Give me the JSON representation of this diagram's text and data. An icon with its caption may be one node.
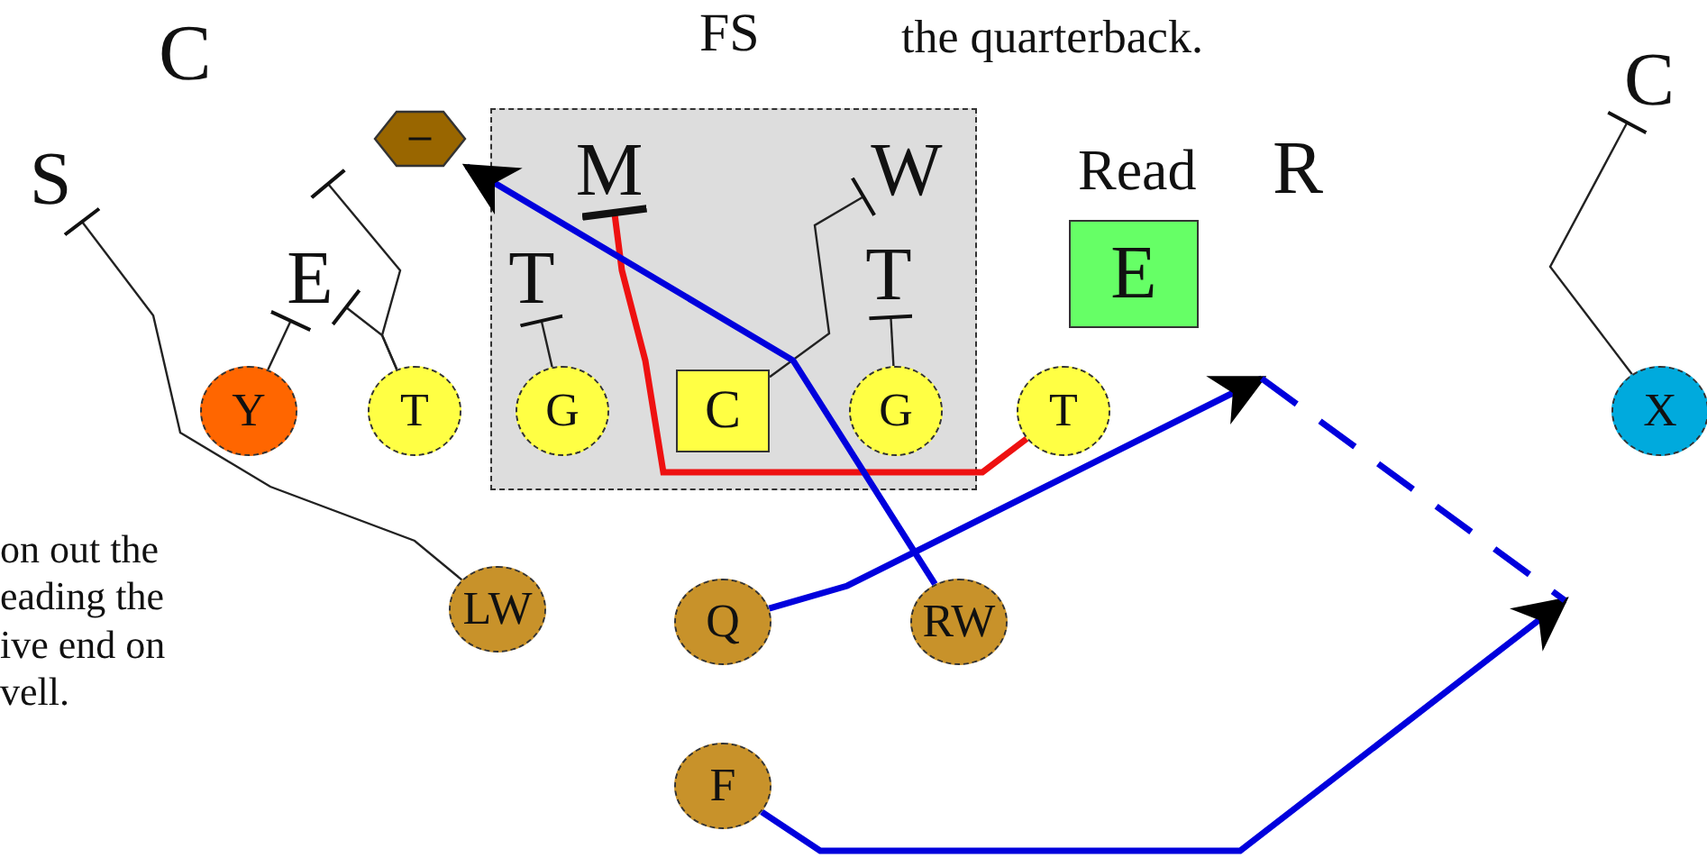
{
  "diagram": {
    "nodes": [
      {
        "text": [
          "Y"
        ]
      },
      {
        "text": [
          "T"
        ]
      },
      {
        "text": [
          "G"
        ]
      },
      {
        "text": [
          "C"
        ]
      },
      {
        "text": [
          "G"
        ]
      },
      {
        "text": [
          "T"
        ]
      },
      {
        "text": [
          "X"
        ]
      },
      {
        "text": [
          "LW"
        ]
      },
      {
        "text": [
          "Q"
        ]
      },
      {
        "text": [
          "RW"
        ]
      },
      {
        "text": [
          "F"
        ]
      },
      {
        "text": [],
        "shape": "hexagon"
      },
      {
        "text": [
          "E"
        ]
      },
      {
        "text": [
          "S"
        ]
      },
      {
        "text": [
          "E"
        ]
      },
      {
        "text": [
          "T"
        ]
      },
      {
        "text": [
          "M"
        ]
      },
      {
        "text": [
          "W"
        ]
      },
      {
        "text": [
          "T"
        ]
      },
      {
        "text": [
          "C"
        ]
      }
    ],
    "edges": [
      {
        "from": 7,
        "to": 13,
        "arrow": "other"
      },
      {
        "from": 0,
        "to": 14,
        "arrow": "other"
      },
      {
        "from": 1,
        "to": 14,
        "arrow": "other"
      },
      {
        "from": 1,
        "to": null,
        "arrow": "other"
      },
      {
        "from": 2,
        "to": 15,
        "arrow": "other"
      },
      {
        "from": 3,
        "to": 17,
        "arrow": "other"
      },
      {
        "from": 4,
        "to": 18,
        "arrow": "other"
      },
      {
        "from": 5,
        "to": 16,
        "arrow": "other",
        "style": "thick",
        "color": "#ee1111"
      },
      {
        "from": 9,
        "to": 11,
        "arrow": "to",
        "style": "thick",
        "color": "#0000dd"
      },
      {
        "from": 8,
        "to": null,
        "arrow": "to",
        "style": "thick",
        "color": "#0000dd"
      },
      {
        "from": 10,
        "to": null,
        "arrow": "to",
        "style": "thick",
        "color": "#0000dd"
      },
      {
        "from": 6,
        "to": 19,
        "arrow": "other"
      }
    ],
    "labels": [
      "C",
      "FS",
      "the quarterback.",
      "Read",
      "R",
      "on out the eading the ive end on vell."
    ]
  }
}
